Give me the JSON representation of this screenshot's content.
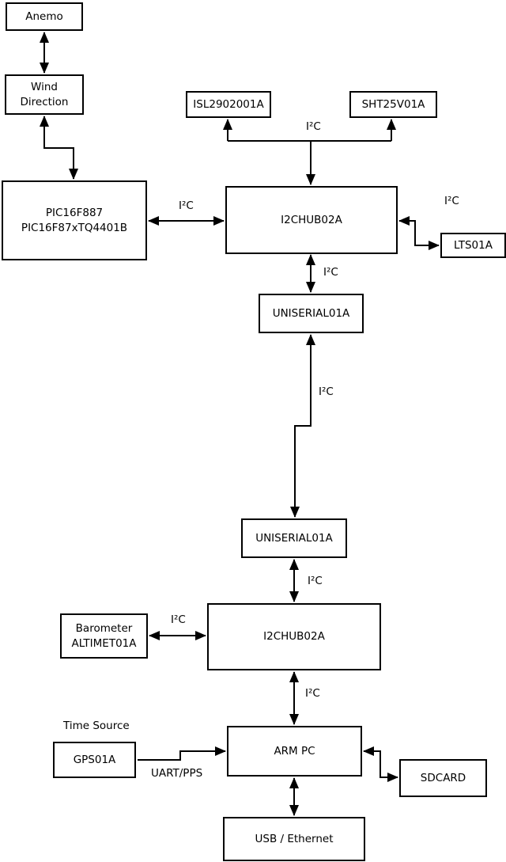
{
  "diagram": {
    "colors": {
      "background": "#ffffff",
      "line": "#000000",
      "text": "#000000"
    },
    "nodes": {
      "anemo": {
        "label": "Anemo"
      },
      "wind_direction": {
        "lines": [
          "Wind",
          "Direction"
        ]
      },
      "pic": {
        "lines": [
          "PIC16F887",
          "PIC16F87xTQ4401B"
        ]
      },
      "isl": {
        "label": "ISL2902001A"
      },
      "sht": {
        "label": "SHT25V01A"
      },
      "hub1": {
        "label": "I2CHUB02A"
      },
      "lts": {
        "label": "LTS01A"
      },
      "uniserial1": {
        "label": "UNISERIAL01A"
      },
      "uniserial2": {
        "label": "UNISERIAL01A"
      },
      "barometer": {
        "lines": [
          "Barometer",
          "ALTIMET01A"
        ]
      },
      "hub2": {
        "label": "I2CHUB02A"
      },
      "gps": {
        "label": "GPS01A"
      },
      "arm_pc": {
        "label": "ARM PC"
      },
      "sdcard": {
        "label": "SDCARD"
      },
      "usb_ethernet": {
        "label": "USB / Ethernet"
      }
    },
    "edge_labels": {
      "i2c_top_bus": "I²C",
      "i2c_pic_hub1": "I²C",
      "i2c_hub1_lts": "I²C",
      "i2c_hub1_uniserial1": "I²C",
      "i2c_uniserial_link": "I²C",
      "i2c_uniserial2_hub2": "I²C",
      "i2c_barometer_hub2": "I²C",
      "i2c_hub2_armpc": "I²C",
      "time_source": "Time Source",
      "uart_pps": "UART/PPS"
    }
  }
}
